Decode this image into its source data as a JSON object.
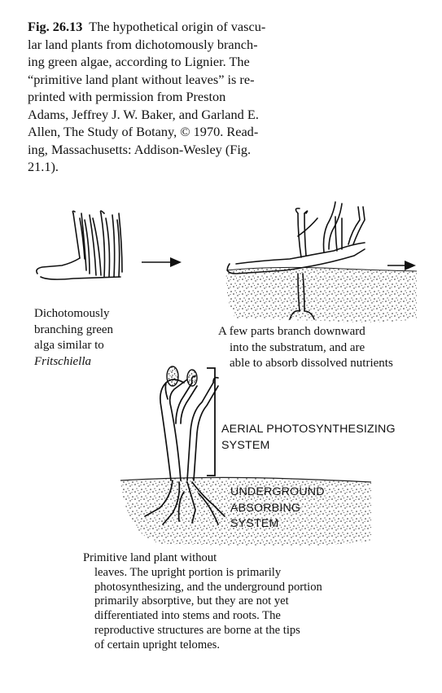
{
  "caption": {
    "fig_label": "Fig. 26.13",
    "lines": [
      "The hypothetical origin of vascu-",
      "lar land plants from dichotomously branch-",
      "ing green algae, according to Lignier. The",
      "“primitive land plant without leaves” is re-",
      "printed with permission from Preston",
      "Adams, Jeffrey J. W. Baker, and Garland E.",
      "Allen, The Study of Botany, © 1970. Read-",
      "ing, Massachusetts: Addison-Wesley (Fig.",
      "21.1)."
    ]
  },
  "panel_alga": {
    "lines": [
      "Dichotomously",
      "branching green",
      "alga similar to",
      "Fritschiella"
    ]
  },
  "panel_branching": {
    "lines": [
      "A few parts branch downward",
      "into the substratum, and are",
      "able to absorb dissolved nutrients"
    ]
  },
  "panel_plant": {
    "aerial_lines": [
      "AERIAL PHOTOSYNTHESIZING",
      "SYSTEM"
    ],
    "underground_lines": [
      "UNDERGROUND",
      "ABSORBING",
      "SYSTEM"
    ],
    "description_lines": [
      "Primitive land plant without",
      "leaves. The upright portion is primarily",
      "photosynthesizing, and the underground portion",
      "primarily absorptive, but they are not yet",
      "differentiated into stems and roots. The",
      "reproductive structures are borne at the tips",
      "of certain upright telomes."
    ]
  }
}
